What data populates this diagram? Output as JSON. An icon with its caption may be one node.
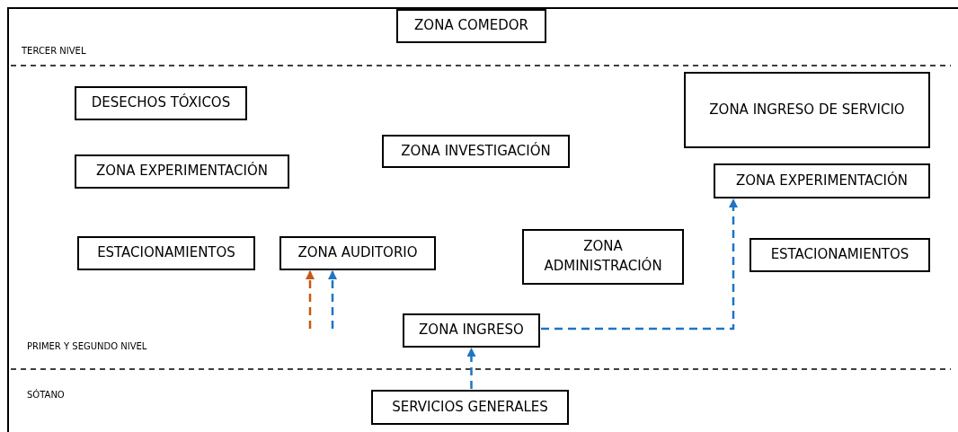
{
  "diagram": {
    "nodes": [
      {
        "text": [
          "ZONA COMEDOR"
        ]
      },
      {
        "text": [
          "DESECHOS TÓXICOS"
        ]
      },
      {
        "text": [
          "ZONA INGRESO DE SERVICIO"
        ]
      },
      {
        "text": [
          "ZONA INVESTIGACIÓN"
        ]
      },
      {
        "text": [
          "ZONA EXPERIMENTACIÓN"
        ]
      },
      {
        "text": [
          "ZONA EXPERIMENTACIÓN"
        ]
      },
      {
        "text": [
          "ESTACIONAMIENTOS"
        ]
      },
      {
        "text": [
          "ZONA AUDITORIO"
        ]
      },
      {
        "text": [
          "ZONA ADMINISTRACIÓN"
        ]
      },
      {
        "text": [
          "ESTACIONAMIENTOS"
        ]
      },
      {
        "text": [
          "ZONA INGRESO"
        ]
      },
      {
        "text": [
          "SERVICIOS GENERALES"
        ]
      }
    ],
    "edges": [
      {
        "from": null,
        "to": 7,
        "arrow": "to",
        "style": "dashed",
        "color": "#c55a11"
      },
      {
        "from": null,
        "to": 7,
        "arrow": "to",
        "style": "dashed"
      },
      {
        "from": 10,
        "to": 5,
        "arrow": "to",
        "style": "dashed"
      },
      {
        "from": 11,
        "to": 10,
        "arrow": "to",
        "style": "dashed"
      }
    ],
    "labels": [
      "TERCER NIVEL",
      "PRIMER Y SEGUNDO NIVEL",
      "SÓTANO"
    ]
  }
}
